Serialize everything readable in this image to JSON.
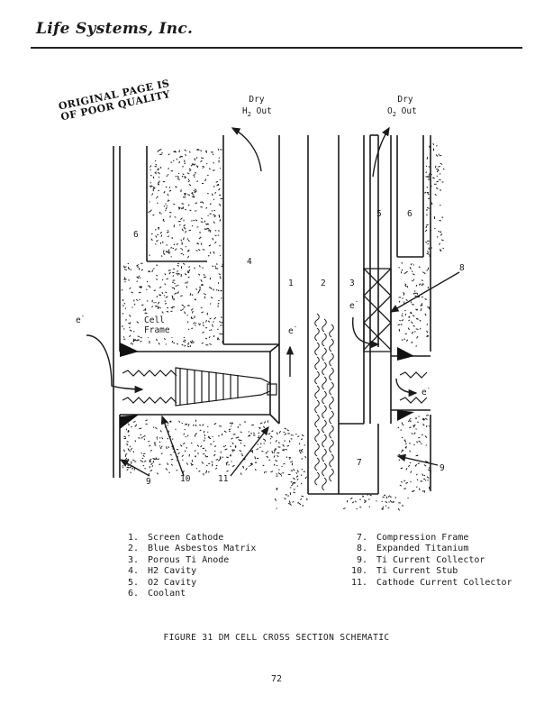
{
  "header": {
    "company": "Life Systems, Inc."
  },
  "stamp": {
    "line1": "ORIGINAL PAGE IS",
    "line2": "OF POOR QUALITY"
  },
  "diagram": {
    "h2_out": {
      "line1": "Dry",
      "line2": "H",
      "sub": "2",
      "line2b": " Out"
    },
    "o2_out": {
      "line1": "Dry",
      "line2": "O",
      "sub": "2",
      "line2b": " Out"
    },
    "cell_frame": {
      "line1": "Cell",
      "line2": "Frame"
    },
    "electron": "e",
    "electron_sup": "-",
    "region_labels": [
      "1",
      "2",
      "3",
      "4",
      "5",
      "6",
      "6",
      "7"
    ],
    "callouts": [
      "8",
      "9",
      "9",
      "10",
      "11"
    ]
  },
  "legend": {
    "left": [
      {
        "num": "1.",
        "text": "Screen Cathode"
      },
      {
        "num": "2.",
        "text": "Blue Asbestos Matrix"
      },
      {
        "num": "3.",
        "text": "Porous Ti Anode"
      },
      {
        "num": "4.",
        "text": "H2 Cavity"
      },
      {
        "num": "5.",
        "text": "O2 Cavity"
      },
      {
        "num": "6.",
        "text": "Coolant"
      }
    ],
    "right": [
      {
        "num": "7.",
        "text": "Compression Frame"
      },
      {
        "num": "8.",
        "text": "Expanded Titanium"
      },
      {
        "num": "9.",
        "text": "Ti Current Collector"
      },
      {
        "num": "10.",
        "text": "Ti Current Stub"
      },
      {
        "num": "11.",
        "text": "Cathode Current Collector"
      }
    ]
  },
  "caption": "FIGURE 31  DM CELL CROSS SECTION SCHEMATIC",
  "page_number": "72"
}
